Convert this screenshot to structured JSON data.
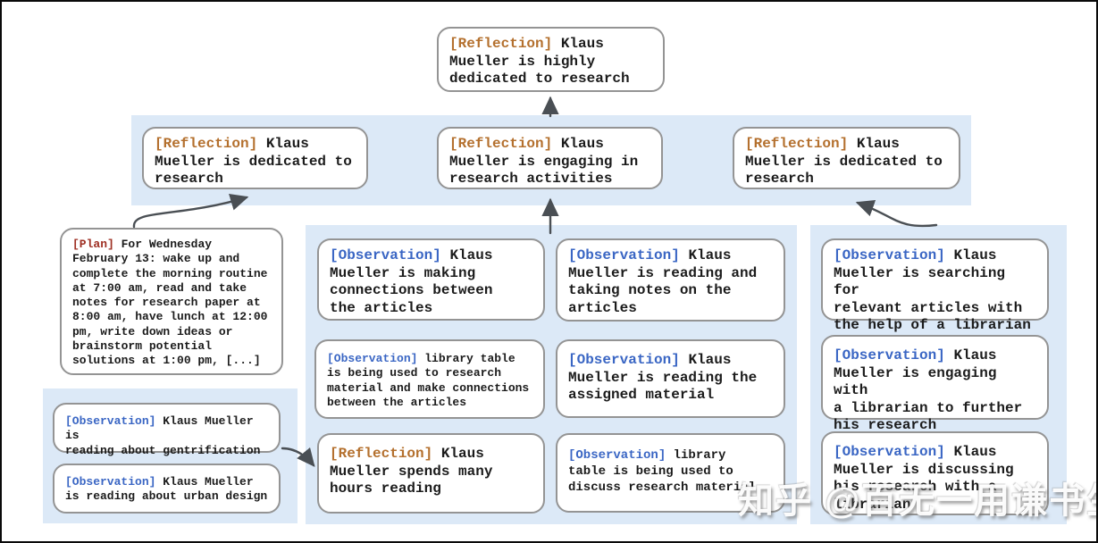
{
  "colors": {
    "band_blue": "#dce9f7",
    "border_gray": "#949494",
    "text_dark": "#1b1b1b",
    "tag_reflection": "#b4702e",
    "tag_plan": "#9e2f23",
    "tag_observation": "#3a66c4",
    "arrow_gray": "#4a4f54"
  },
  "nodes": {
    "top_reflection": {
      "tag": "[Reflection]",
      "text": "Klaus\nMueller is highly\ndedicated to research"
    },
    "row2_left": {
      "tag": "[Reflection]",
      "text": "Klaus\nMueller is dedicated to\nresearch"
    },
    "row2_center": {
      "tag": "[Reflection]",
      "text": "Klaus\nMueller is engaging in\nresearch activities"
    },
    "row2_right": {
      "tag": "[Reflection]",
      "text": "Klaus\nMueller is dedicated to\nresearch"
    },
    "plan": {
      "tag": "[Plan]",
      "text": "For Wednesday\nFebruary 13: wake up and\ncomplete the morning routine\nat 7:00 am, read and take\nnotes for research paper at\n8:00 am, have lunch at 12:00\npm, write down ideas or\nbrainstorm potential\nsolutions at 1:00 pm, [...]"
    },
    "left_obs_1": {
      "tag": "[Observation]",
      "text": "Klaus Mueller is\nreading about gentrification"
    },
    "left_obs_2": {
      "tag": "[Observation]",
      "text": "Klaus Mueller\nis reading about urban design"
    },
    "mid_a1": {
      "tag": "[Observation]",
      "text": "Klaus\nMueller is making\nconnections between\nthe articles"
    },
    "mid_a2": {
      "tag": "[Observation]",
      "text": "library table\nis being used to research\nmaterial and make connections\nbetween the articles"
    },
    "mid_a3": {
      "tag": "[Reflection]",
      "text": "Klaus\nMueller spends many\nhours reading"
    },
    "mid_b1": {
      "tag": "[Observation]",
      "text": "Klaus\nMueller is reading and\ntaking notes on the\narticles"
    },
    "mid_b2": {
      "tag": "[Observation]",
      "text": "Klaus\nMueller is reading the\nassigned material"
    },
    "mid_b3": {
      "tag": "[Observation]",
      "text": "library\ntable is being used to\ndiscuss research material"
    },
    "right_c1": {
      "tag": "[Observation]",
      "text": "Klaus\nMueller is searching for\nrelevant articles with\nthe help of a librarian"
    },
    "right_c2": {
      "tag": "[Observation]",
      "text": "Klaus\nMueller is engaging with\na librarian to further\nhis research"
    },
    "right_c3": {
      "tag": "[Observation]",
      "text": "Klaus\nMueller is discussing\nhis research with a\nlibrarian"
    }
  },
  "watermark": "知乎 @百无一用谦书生"
}
